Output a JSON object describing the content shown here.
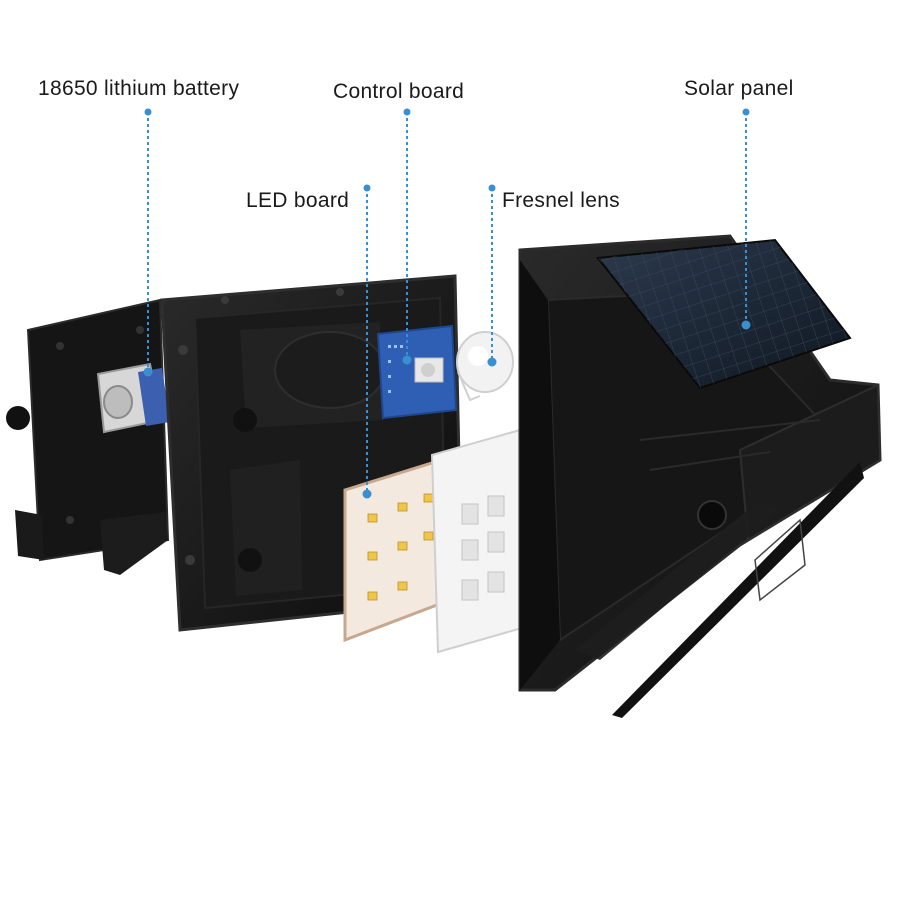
{
  "labels": {
    "battery": "18650 lithium battery",
    "control_board": "Control board",
    "solar_panel": "Solar panel",
    "led_board": "LED board",
    "fresnel_lens": "Fresnel lens"
  },
  "colors": {
    "leader_line": "#3a8fd0",
    "housing": "#141414",
    "housing_edge": "#2b2b2b",
    "pcb_blue": "#2f5fb5",
    "led_board": "#f3e9df",
    "led_chip": "#f0c64a",
    "lens": "#f2f2f2",
    "solar_cell": "#1d2a3a"
  }
}
